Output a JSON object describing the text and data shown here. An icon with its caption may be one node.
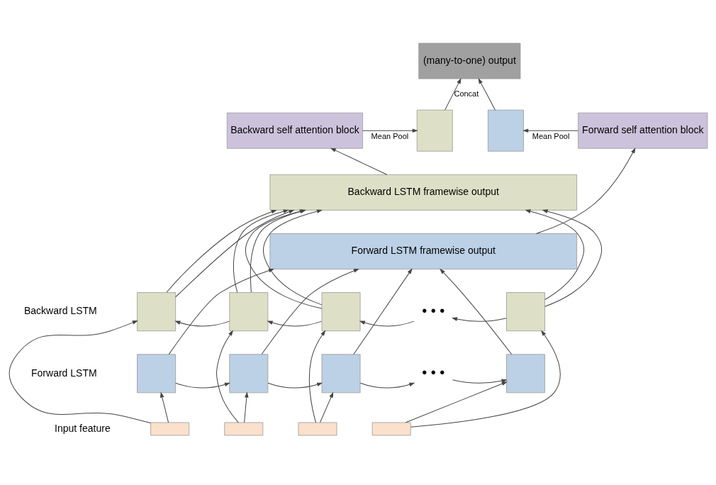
{
  "diagram": {
    "nodes": [
      {
        "text": [
          "(many-to-one) output"
        ]
      },
      {
        "text": [
          "Backward self attention block"
        ]
      },
      {
        "text": [],
        "shape": "box"
      },
      {
        "text": [],
        "shape": "box"
      },
      {
        "text": [
          "Forward self attention block"
        ]
      },
      {
        "text": [
          "Backward LSTM framewise output"
        ]
      },
      {
        "text": [
          "Forward LSTM framewise output"
        ]
      },
      {
        "text": [],
        "shape": "box"
      },
      {
        "text": [],
        "shape": "box"
      },
      {
        "text": [],
        "shape": "box"
      },
      {
        "text": [
          "• • •"
        ]
      },
      {
        "text": [],
        "shape": "box"
      },
      {
        "text": [],
        "shape": "box"
      },
      {
        "text": [],
        "shape": "box"
      },
      {
        "text": [],
        "shape": "box"
      },
      {
        "text": [
          "• • •"
        ]
      },
      {
        "text": [],
        "shape": "box"
      },
      {
        "text": [],
        "shape": "box"
      },
      {
        "text": [],
        "shape": "box"
      },
      {
        "text": [],
        "shape": "box"
      },
      {
        "text": [],
        "shape": "box"
      }
    ],
    "edges": [
      {
        "from": 2,
        "to": 0,
        "arrow": "to",
        "label": "Concat"
      },
      {
        "from": 3,
        "to": 0,
        "arrow": "to"
      },
      {
        "from": 1,
        "to": 2,
        "arrow": "to",
        "label": "Mean Pool"
      },
      {
        "from": 4,
        "to": 3,
        "arrow": "to",
        "label": "Mean Pool"
      },
      {
        "from": 5,
        "to": 1,
        "arrow": "to"
      },
      {
        "from": 6,
        "to": 4,
        "arrow": "to"
      },
      {
        "from": 11,
        "to": 10,
        "arrow": "to"
      },
      {
        "from": 10,
        "to": 9,
        "arrow": "to"
      },
      {
        "from": 9,
        "to": 8,
        "arrow": "to"
      },
      {
        "from": 8,
        "to": 7,
        "arrow": "to"
      },
      {
        "from": 12,
        "to": 13,
        "arrow": "to"
      },
      {
        "from": 13,
        "to": 14,
        "arrow": "to"
      },
      {
        "from": 14,
        "to": 15,
        "arrow": "to"
      },
      {
        "from": 15,
        "to": 16,
        "arrow": "to"
      },
      {
        "from": 17,
        "to": 12,
        "arrow": "to"
      },
      {
        "from": 17,
        "to": 7,
        "arrow": "to"
      },
      {
        "from": 12,
        "to": 6,
        "arrow": "to"
      },
      {
        "from": 7,
        "to": 5,
        "arrow": "to"
      },
      {
        "from": 7,
        "to": 5,
        "arrow": "to"
      },
      {
        "from": 18,
        "to": 13,
        "arrow": "to"
      },
      {
        "from": 18,
        "to": 8,
        "arrow": "to"
      },
      {
        "from": 13,
        "to": 6,
        "arrow": "to"
      },
      {
        "from": 8,
        "to": 5,
        "arrow": "to"
      },
      {
        "from": 8,
        "to": 5,
        "arrow": "to"
      },
      {
        "from": 19,
        "to": 14,
        "arrow": "to"
      },
      {
        "from": 19,
        "to": 9,
        "arrow": "to"
      },
      {
        "from": 14,
        "to": 6,
        "arrow": "to"
      },
      {
        "from": 9,
        "to": 5,
        "arrow": "to"
      },
      {
        "from": 9,
        "to": 5,
        "arrow": "to"
      },
      {
        "from": 20,
        "to": 16,
        "arrow": "to"
      },
      {
        "from": 20,
        "to": 11,
        "arrow": "to"
      },
      {
        "from": 16,
        "to": 6,
        "arrow": "to"
      },
      {
        "from": 11,
        "to": 5,
        "arrow": "to"
      },
      {
        "from": 11,
        "to": 5,
        "arrow": "to"
      }
    ],
    "labels": [
      "Backward LSTM",
      "Forward LSTM",
      "Input feature"
    ]
  }
}
